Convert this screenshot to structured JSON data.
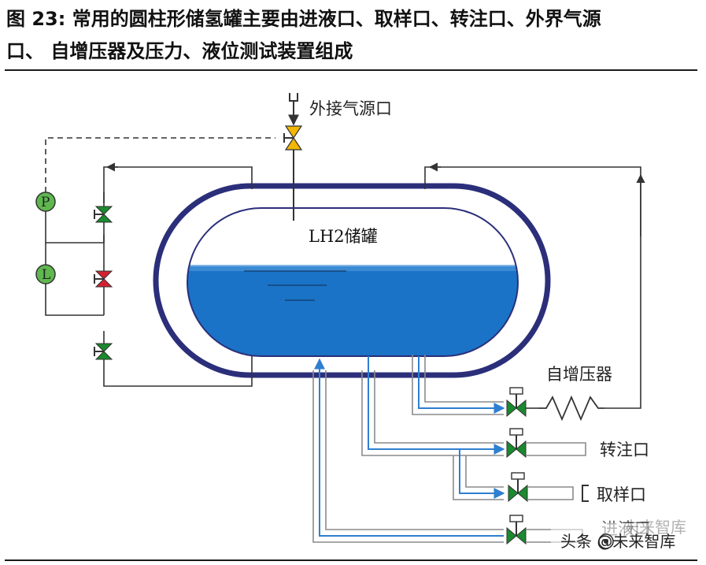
{
  "figure": {
    "title_line1": "图 23: 常用的圆柱形储氢罐主要由进液口、取样口、转注口、外界气源",
    "title_line2": "口、 自增压器及压力、液位测试装置组成"
  },
  "labels": {
    "external_gas_inlet": "外接气源口",
    "tank": "LH2储罐",
    "self_pressurizer": "自增压器",
    "transfer_port": "转注口",
    "sampling_port": "取样口",
    "liquid_inlet": "进液口",
    "pressure_gauge": "P",
    "level_gauge": "L"
  },
  "watermark": {
    "text": "头条 @未来智库",
    "faint": "未来智库"
  },
  "colors": {
    "tank_outline": "#2b2f7a",
    "liquid": "#1a73c6",
    "flow_arrow": "#2f7fd0",
    "gauge_fill": "#5fb84f",
    "valve_green": "#1a8a2e",
    "valve_red": "#d42030",
    "valve_yellow": "#f2b705",
    "pipe": "#555555"
  }
}
